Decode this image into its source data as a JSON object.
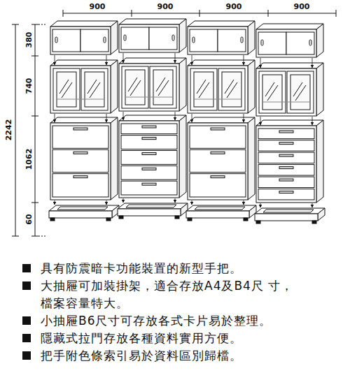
{
  "diagram": {
    "labels": [
      "900",
      "900",
      "900",
      "900",
      "380",
      "2242",
      "740",
      "1062",
      "60",
      "具有防震暗卡功能裝置的新型手把。",
      "大抽屜可加裝掛架，適合存放A4及B4尺 寸，檔案容量特大。",
      "小抽屜B6尺寸可存放各式卡片易於整理。",
      "隱藏式拉門存放各種資料實用方便。",
      "把手附色條索引易於資料區別歸檔。"
    ]
  }
}
